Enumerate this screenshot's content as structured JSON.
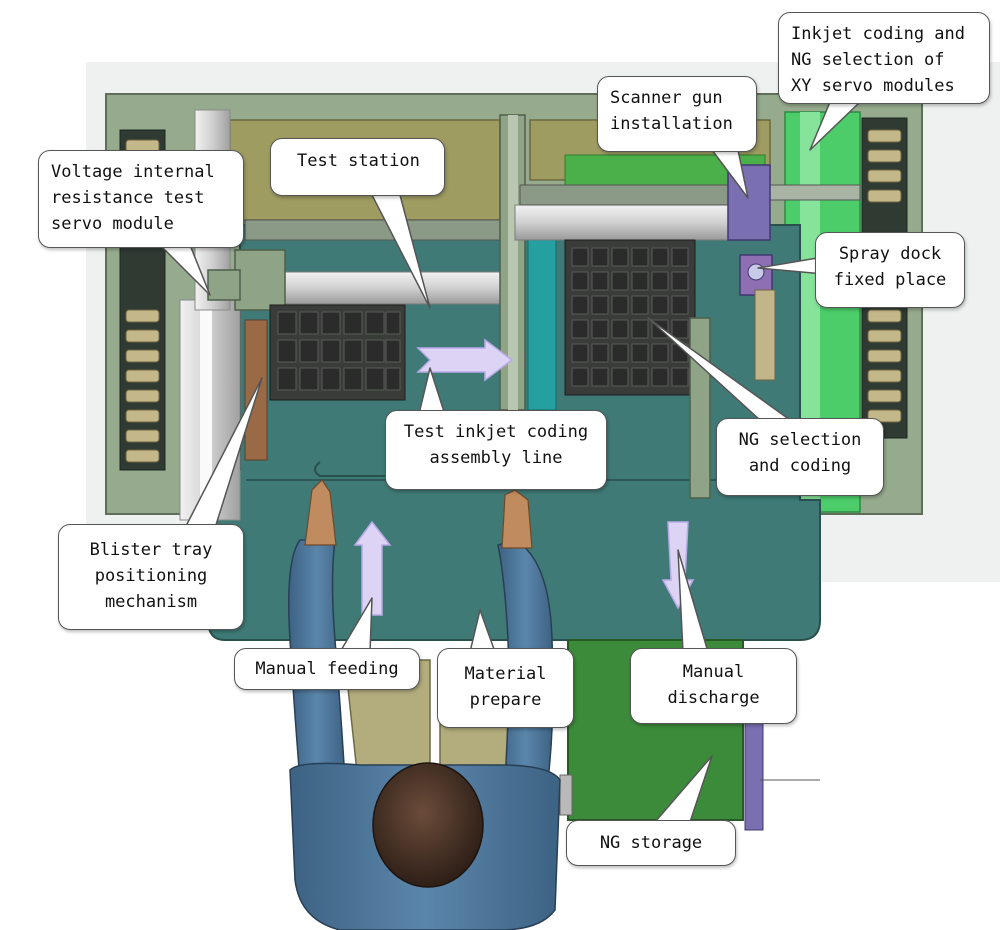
{
  "colors": {
    "base_plate": "#96ab8d",
    "work_table": "#3f7a76",
    "olive_panel": "#9f9c62",
    "rail_silver": "#dcdcdc",
    "bright_green": "#4ccd6a",
    "purple_module": "#7a6fb1",
    "tray_dark": "#3a3c3a",
    "operator_suit": "#4d7599",
    "operator_hair": "#4a3326",
    "arrow_lavender": "#ddd3f4",
    "callout_bg": "#ffffff",
    "callout_border": "#555555"
  },
  "callouts": {
    "voltage_test": [
      "Voltage internal",
      "resistance test",
      "servo module"
    ],
    "test_station": [
      "Test station"
    ],
    "scanner_gun": [
      "Scanner gun",
      "installation"
    ],
    "inkjet_xy": [
      "Inkjet coding and",
      "NG selection of",
      "XY servo modules"
    ],
    "spray_dock": [
      "Spray dock",
      "fixed place"
    ],
    "test_inkjet_line": [
      "Test inkjet coding",
      "assembly line"
    ],
    "ng_selection": [
      "NG selection",
      "and coding"
    ],
    "blister_tray": [
      "Blister tray",
      "positioning",
      "mechanism"
    ],
    "manual_feeding": [
      "Manual feeding"
    ],
    "material_prepare": [
      "Material",
      "prepare"
    ],
    "manual_discharge": [
      "Manual",
      "discharge"
    ],
    "ng_storage": [
      "NG storage"
    ]
  }
}
